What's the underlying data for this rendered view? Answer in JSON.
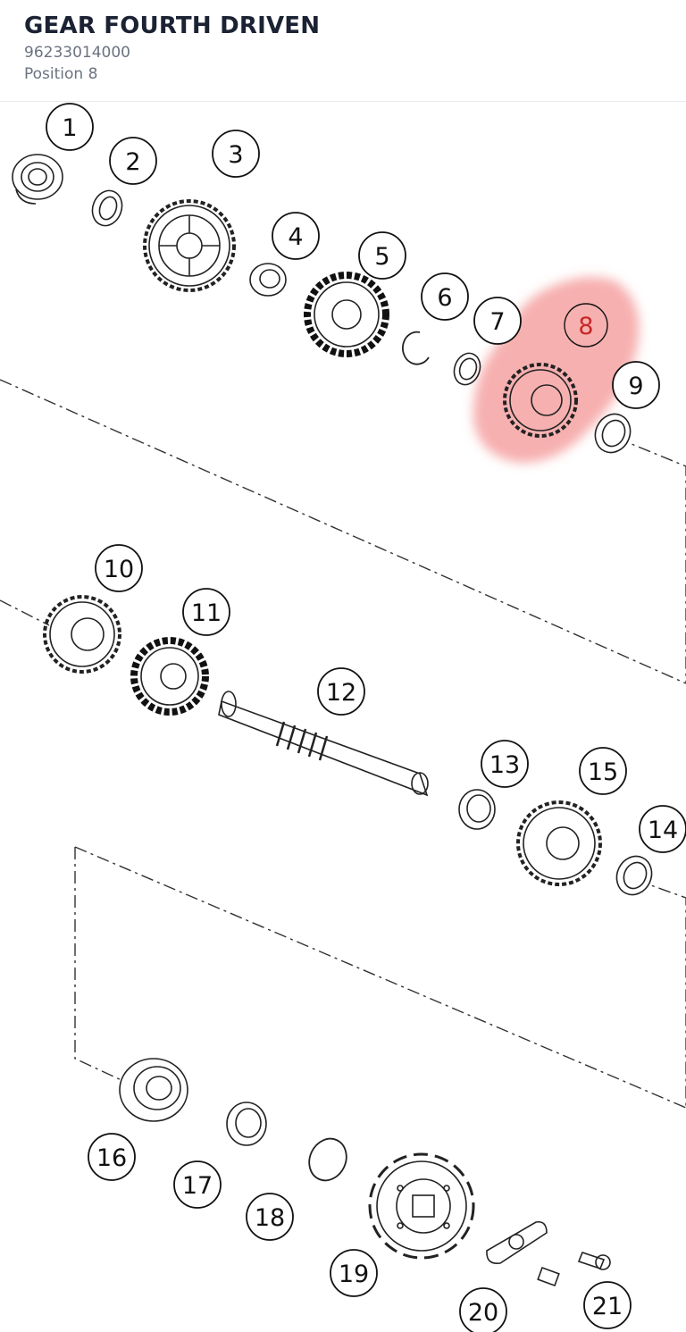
{
  "header": {
    "title": "GEAR FOURTH DRIVEN",
    "part_number": "96233014000",
    "position": "Position 8"
  },
  "diagram": {
    "highlighted_callout": "8",
    "highlight_color": "#f0706e",
    "callouts": [
      "1",
      "2",
      "3",
      "4",
      "5",
      "6",
      "7",
      "8",
      "9",
      "10",
      "11",
      "12",
      "13",
      "14",
      "15",
      "16",
      "17",
      "18",
      "19",
      "20",
      "21"
    ]
  }
}
